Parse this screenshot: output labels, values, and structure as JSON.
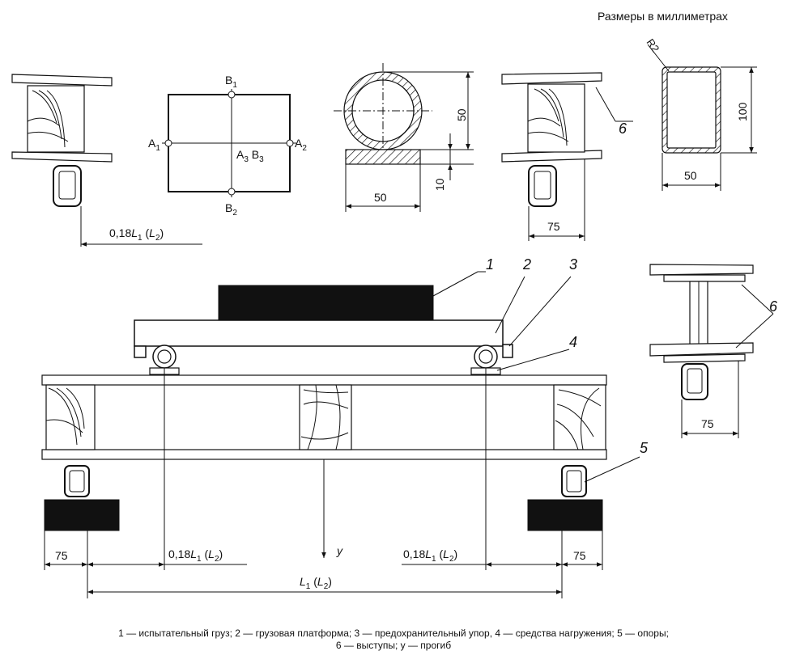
{
  "header": {
    "units_note": "Размеры в миллиметрах"
  },
  "top_views": {
    "point_B1": [
      "B",
      "1"
    ],
    "point_B2": [
      "B",
      "2"
    ],
    "point_A1": [
      "A",
      "1"
    ],
    "point_A2": [
      "A",
      "2"
    ],
    "point_A3B3": [
      "A",
      "3",
      " B",
      "3"
    ],
    "dim_L_top": [
      "0,18",
      "L",
      "1",
      " (",
      "L",
      "2",
      ")"
    ],
    "dim_pipe_height": "50",
    "dim_pipe_gap": "10",
    "dim_pipe_width": "50",
    "dim_support_width": "75",
    "dim_rect_radius": "R2",
    "dim_rect_height": "100",
    "dim_rect_width": "50",
    "callout_6_top": "6"
  },
  "main_view": {
    "callouts": [
      "1",
      "2",
      "3",
      "4",
      "5",
      "6"
    ],
    "dim_left_75": "75",
    "dim_right_75": "75",
    "dim_left_018": [
      "0,18",
      "L",
      "1",
      " (",
      "L",
      "2",
      ")"
    ],
    "dim_right_018": [
      "0,18",
      "L",
      "1",
      " (",
      "L",
      "2",
      ")"
    ],
    "dim_span": [
      "L",
      "1",
      " (",
      "L",
      "2",
      ")"
    ],
    "deflection_label": "y",
    "side_detail_75": "75"
  },
  "legend": {
    "line1": "1 — испытательный груз; 2 — грузовая платформа; 3 — предохранительный упор, 4 — средства нагружения; 5 — опоры;",
    "line2": "6 — выступы; y — прогиб"
  }
}
